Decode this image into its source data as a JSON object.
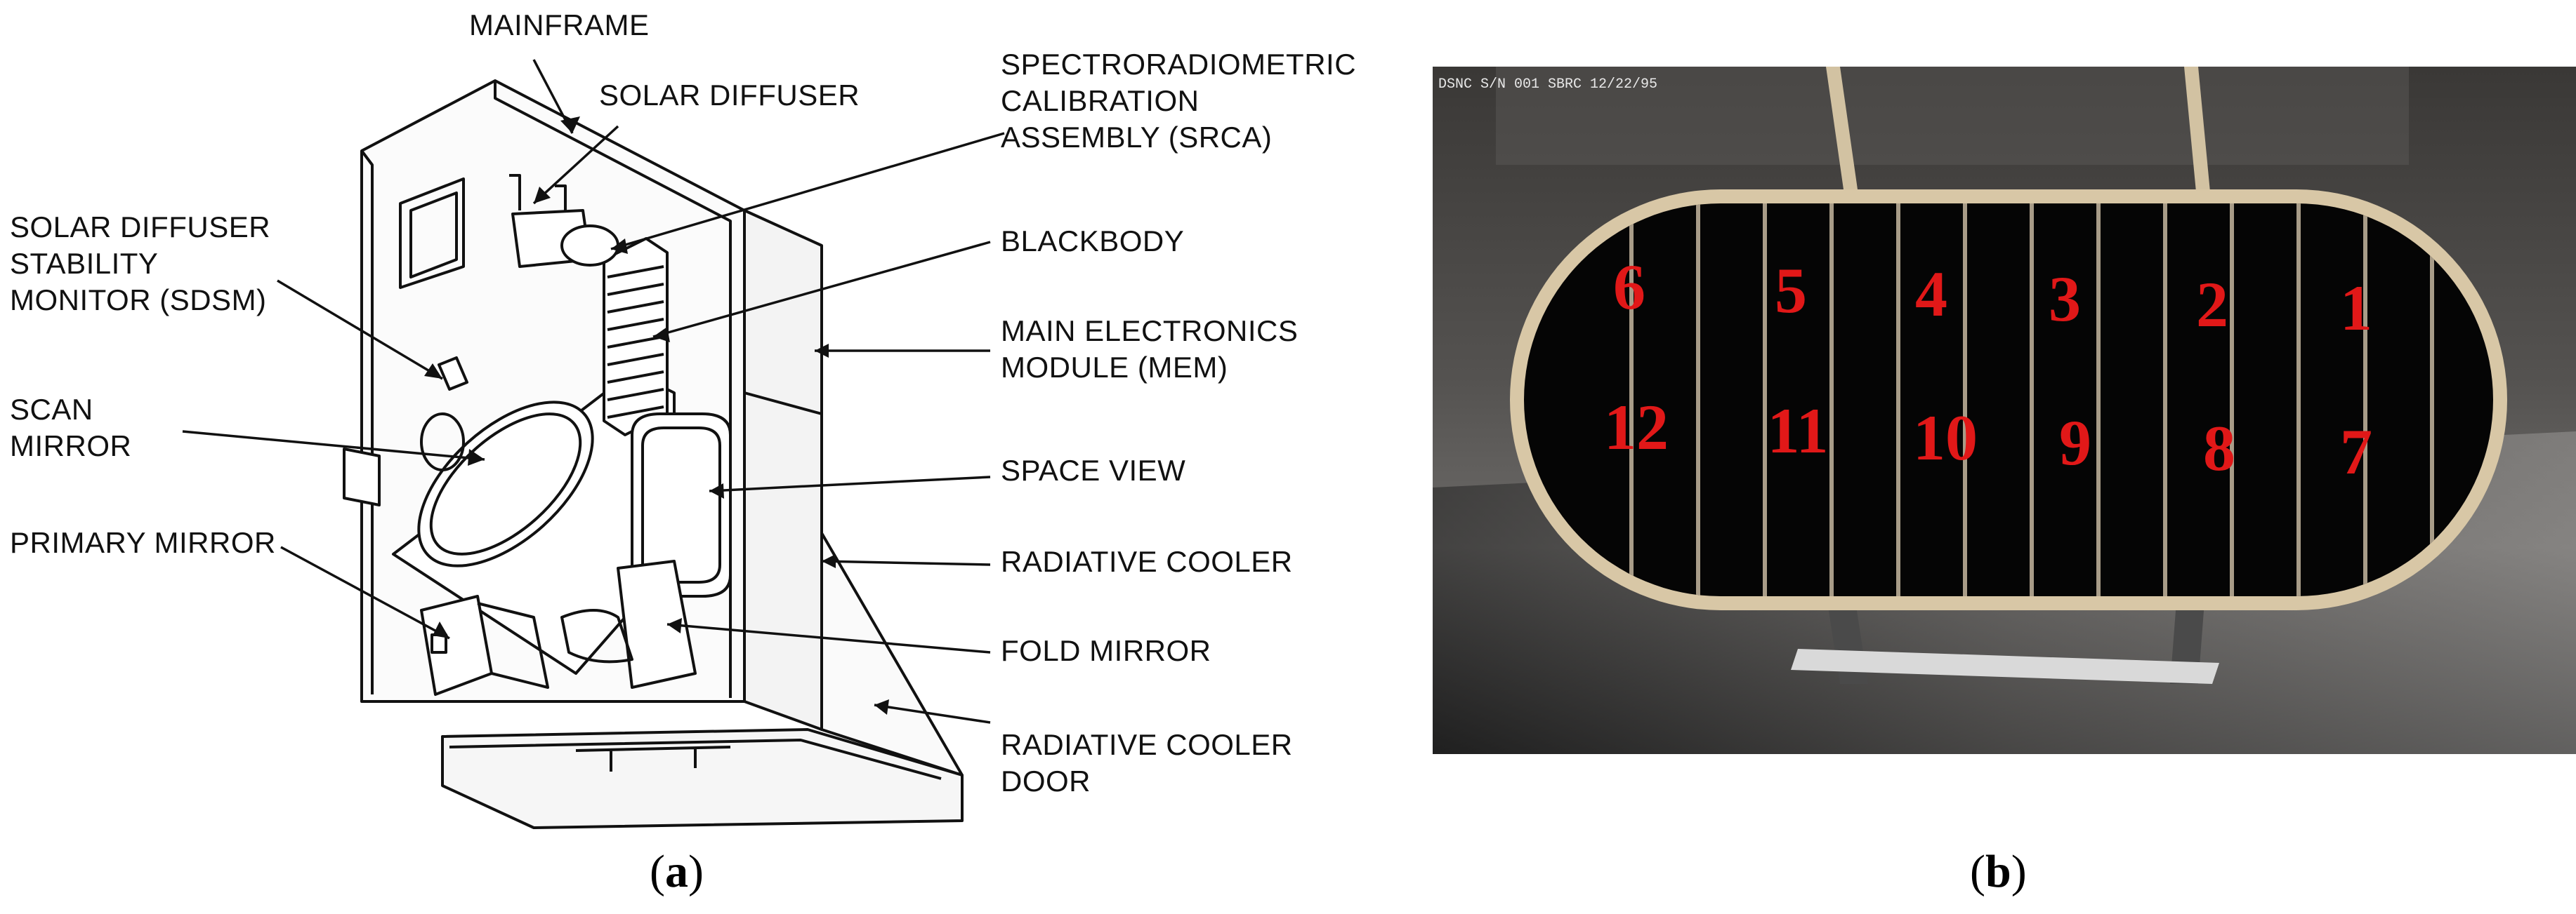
{
  "panel_a": {
    "labels": {
      "mainframe": "MAINFRAME",
      "solar_diffuser": "SOLAR DIFFUSER",
      "srca": "SPECTRORADIOMETRIC\nCALIBRATION\nASSEMBLY (SRCA)",
      "sdsm": "SOLAR DIFFUSER\nSTABILITY\nMONITOR (SDSM)",
      "blackbody": "BLACKBODY",
      "mem": "MAIN ELECTRONICS\nMODULE (MEM)",
      "scan_mirror": "SCAN\nMIRROR",
      "space_view": "SPACE VIEW",
      "primary_mirror": "PRIMARY MIRROR",
      "radiative_cooler": "RADIATIVE COOLER",
      "fold_mirror": "FOLD MIRROR",
      "radiative_cooler_door": "RADIATIVE COOLER\nDOOR"
    },
    "caption": {
      "open": "(",
      "letter": "a",
      "close": ")"
    }
  },
  "panel_b": {
    "stamp": "DSNC S/N 001  SBRC  12/22/95",
    "segments_top": [
      "6",
      "5",
      "4",
      "3",
      "2",
      "1"
    ],
    "segments_bottom": [
      "12",
      "11",
      "10",
      "9",
      "8",
      "7"
    ],
    "caption": {
      "open": "(",
      "letter": "b",
      "close": ")"
    },
    "colors": {
      "segment_number": "#e11818",
      "frame": "#d8c7a6",
      "background": "#2b2b2b"
    }
  }
}
